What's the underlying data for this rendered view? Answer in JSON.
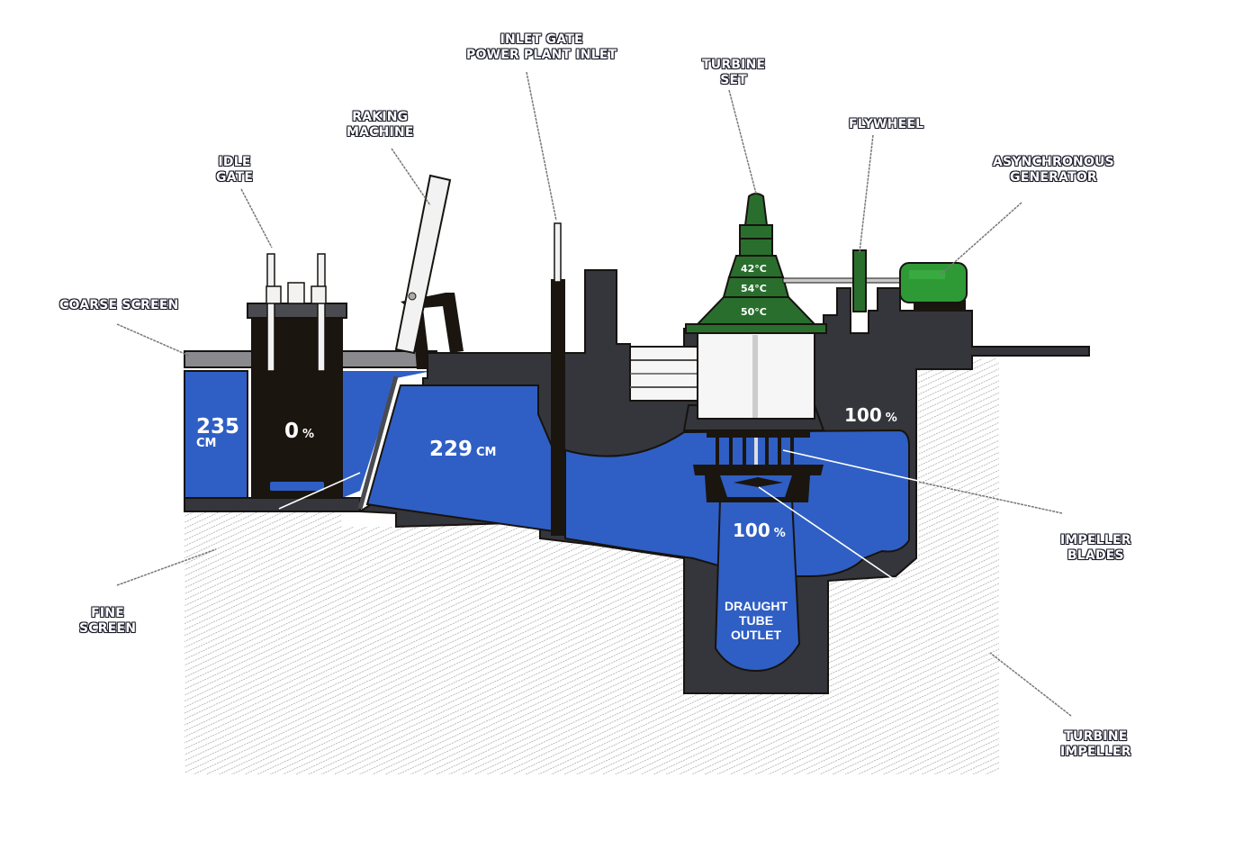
{
  "title": "Hydro power plant cross-section",
  "colors": {
    "water": "#2f5fc4",
    "concrete": "#34363b",
    "outline": "#17130f",
    "turbine_green": "#2a6e2e",
    "generator_green": "#2e9a36",
    "ground_hatch": "#888888"
  },
  "callouts": {
    "inlet_gate": [
      "INLET GATE",
      "POWER PLANT INLET"
    ],
    "turbine_set": [
      "TURBINE",
      "SET"
    ],
    "raking_machine": [
      "RAKING",
      "MACHINE"
    ],
    "flywheel": [
      "FLYWHEEL"
    ],
    "asynchronous_generator": [
      "ASYNCHRONOUS",
      "GENERATOR"
    ],
    "idle_gate": [
      "IDLE",
      "GATE"
    ],
    "coarse_screen": [
      "COARSE SCREEN"
    ],
    "fine_screen": [
      "FINE",
      "SCREEN"
    ],
    "impeller_blades": [
      "IMPELLER",
      "BLADES"
    ],
    "turbine_impeller": [
      "TURBINE",
      "IMPELLER"
    ]
  },
  "readings": {
    "upstream_level": {
      "value": "235",
      "unit": "CM"
    },
    "idle_gate_opening": {
      "value": "0",
      "unit": "%"
    },
    "forebay_level": {
      "value": "229",
      "unit": "CM"
    },
    "inlet_gate_opening": {
      "value": "100",
      "unit": "%"
    },
    "draught_tube_flow": {
      "value": "100",
      "unit": "%"
    },
    "turbine_temps": [
      "42°C",
      "54°C",
      "50°C"
    ]
  },
  "draught_tube_label": [
    "DRAUGHT",
    "TUBE",
    "OUTLET"
  ]
}
